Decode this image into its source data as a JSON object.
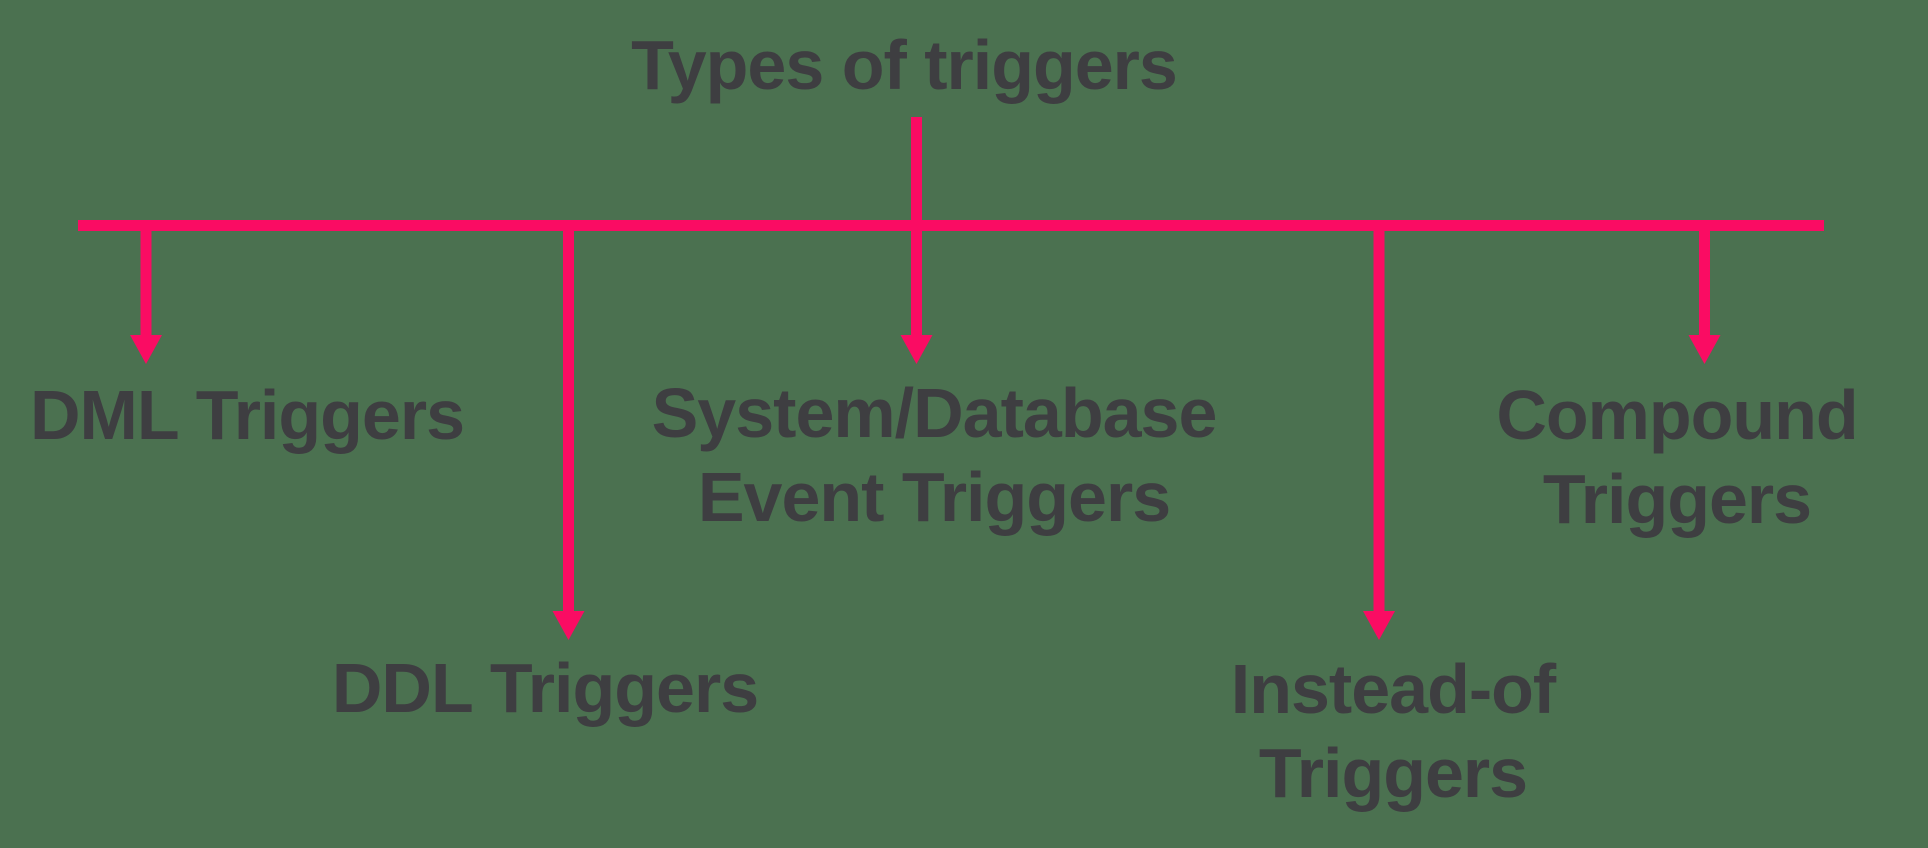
{
  "title": "Types of triggers",
  "colors": {
    "background": "#4B7150",
    "accent": "#FA0C63",
    "text": "#3E3E41"
  },
  "branches": [
    {
      "id": "dml",
      "label": "DML Triggers",
      "lines": [
        "DML Triggers"
      ]
    },
    {
      "id": "ddl",
      "label": "DDL Triggers",
      "lines": [
        "DDL Triggers"
      ]
    },
    {
      "id": "system-database-event",
      "label": "System/Database Event Triggers",
      "lines": [
        "System/Database",
        "Event Triggers"
      ]
    },
    {
      "id": "instead-of",
      "label": "Instead-of Triggers",
      "lines": [
        "Instead-of",
        "Triggers"
      ]
    },
    {
      "id": "compound",
      "label": "Compound Triggers",
      "lines": [
        "Compound",
        "Triggers"
      ]
    }
  ]
}
